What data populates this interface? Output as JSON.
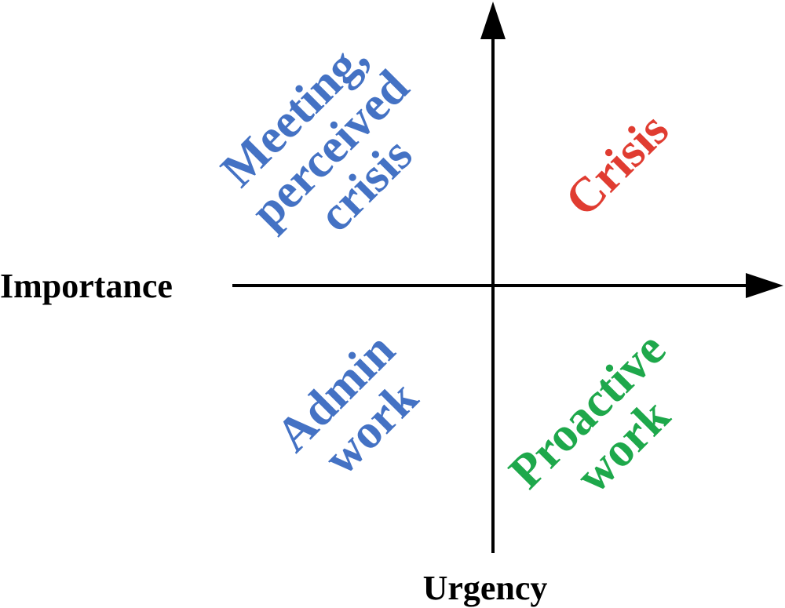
{
  "axes": {
    "horizontal_label": "Importance",
    "vertical_label": "Urgency"
  },
  "quadrants": {
    "top_left": {
      "lines": [
        "Meeting,",
        "perceived",
        "crisis"
      ],
      "color": "#4472C4"
    },
    "top_right": {
      "lines": [
        "Crisis"
      ],
      "color": "#E03C31"
    },
    "bottom_left": {
      "lines": [
        "Admin",
        "work"
      ],
      "color": "#4472C4"
    },
    "bottom_right": {
      "lines": [
        "Proactive",
        "work"
      ],
      "color": "#1EA84B"
    }
  }
}
